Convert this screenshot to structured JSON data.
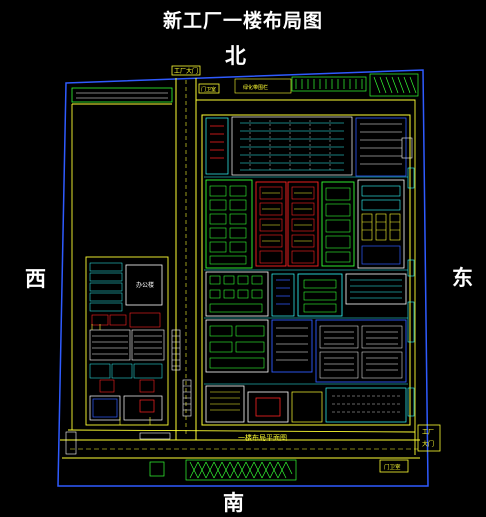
{
  "title": "新工厂一楼布局图",
  "directions": {
    "north": "北",
    "south": "南",
    "west": "西",
    "east": "东"
  },
  "labels": {
    "gate_north": "工厂大门",
    "guard_north": "门卫室",
    "top_strip": "绿化带围栏",
    "floor_plan": "一楼布局平面图",
    "gate_east_1": "工厂",
    "gate_east_2": "大门",
    "guard_south": "门卫室",
    "office": "办公楼"
  },
  "colors": {
    "background": "#000000",
    "boundary": "#2f5bff",
    "wall": "#ffff33",
    "green": "#33ff33",
    "cyan": "#33ffff",
    "red": "#ff2222",
    "white": "#ffffff"
  }
}
